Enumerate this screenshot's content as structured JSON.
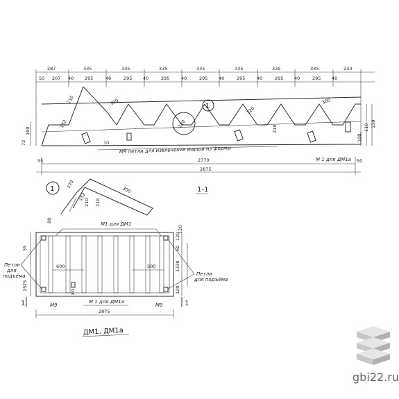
{
  "top_dims": [
    "287",
    "335",
    "335",
    "335",
    "335",
    "335",
    "335",
    "335",
    "233"
  ],
  "second_dims": [
    "50",
    "207",
    "40",
    "295",
    "40",
    "295",
    "40",
    "295",
    "40",
    "295",
    "40",
    "295",
    "40",
    "295",
    "40",
    "295",
    "40"
  ],
  "side_dims_left": [
    "72",
    "100"
  ],
  "side_dims_right": [
    "100",
    "110",
    "150"
  ],
  "step_dims": [
    "300",
    "210",
    "152",
    "218",
    "120",
    "220",
    "10"
  ],
  "bottom_total": "2770",
  "bottom_overall": "2875",
  "bottom_end": "55",
  "bottom_end_right": "50",
  "loop_note": "М9 петли для извлечения марши из формы",
  "m1_note": "М 1 для ДМ1а",
  "section_mark": "1",
  "section_label": "1-1",
  "detail_mark": "1",
  "detail_dims": [
    "300",
    "210",
    "152",
    "218",
    "80",
    "170"
  ],
  "plan_dims_top": "120",
  "plan_m1_top": "М1 для ДМ1",
  "plan_m1_bottom": "М 1 для ДМ1а",
  "plan_m9_left": "М9",
  "plan_m9_right": "М9",
  "plan_inner": [
    "600",
    "500"
  ],
  "plan_right_dims": [
    "120",
    "60",
    "1330",
    "120"
  ],
  "plan_left_dims": [
    "35",
    "25",
    "75"
  ],
  "plan_overall": "2875",
  "plan_80": "80",
  "left_note": [
    "Петли",
    "для",
    "подъёма"
  ],
  "right_note": [
    "Петли",
    "для подъёма"
  ],
  "cut_mark": "1",
  "plan_title": "ДМ1, ДМ1а",
  "watermark": "gbi22.ru",
  "colors": {
    "ink": "#2b2b2b",
    "paper": "#ffffff",
    "watermark": "#666666"
  }
}
